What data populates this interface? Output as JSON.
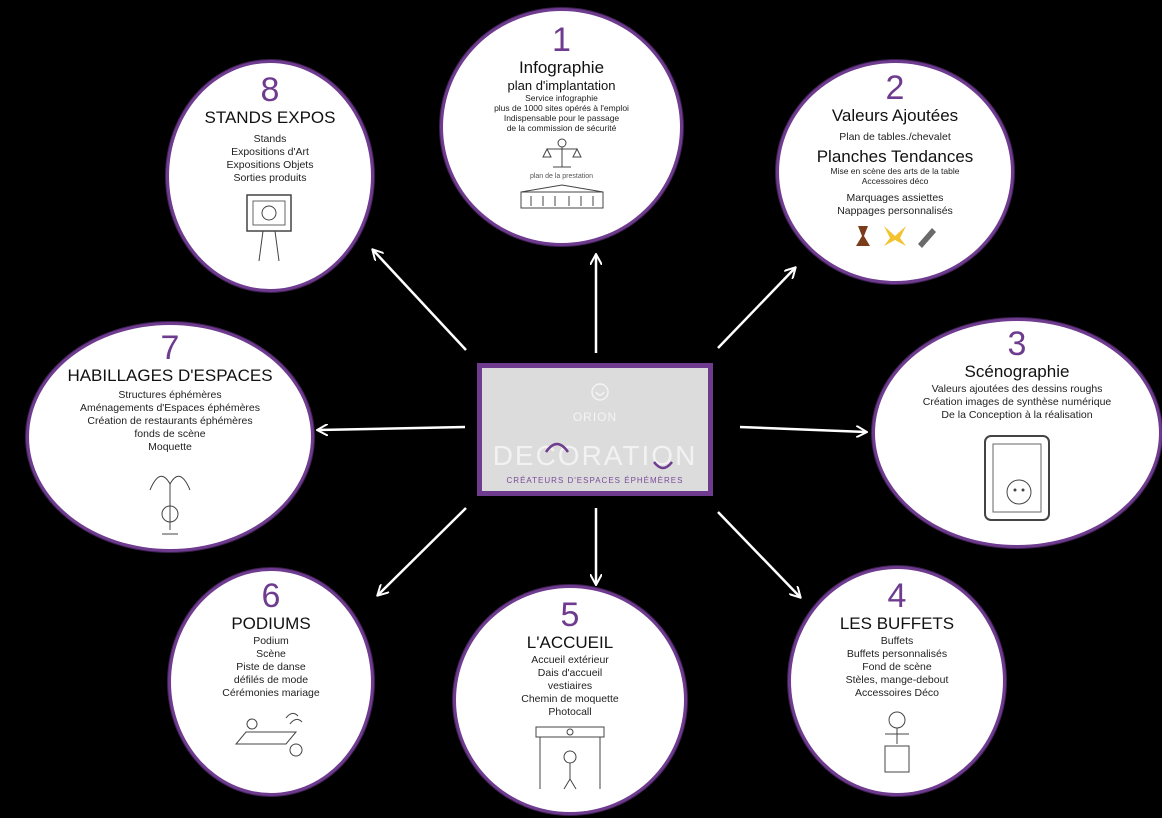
{
  "center": {
    "logo_top": "ORION",
    "logo_main": "DECORATION",
    "logo_sub": "CRÉATEURS D'ESPACES ÉPHÉMÈRES",
    "colors": {
      "accent": "#6e3b8f",
      "box": "#dcdcdc"
    }
  },
  "nodes": {
    "n1": {
      "number": "1",
      "title": "Infographie",
      "lines": [
        "plan d'implantation",
        "Service infographie",
        "plus de 1000 sites opérés à l'emploi",
        "Indispensable pour le passage",
        "de la commission de sécurité"
      ],
      "caption": "plan de la prestation"
    },
    "n2": {
      "number": "2",
      "title": "Valeurs Ajoutées",
      "line1": "Plan de tables./chevalet",
      "heading": "Planches Tendances",
      "small1": "Mise en scène des arts de la table",
      "small2": "Accessoires déco",
      "line2": "Marquages assiettes",
      "line3": "Nappages personnalisés"
    },
    "n3": {
      "number": "3",
      "title": "Scénographie",
      "lines": [
        "Valeurs ajoutées des dessins roughs",
        "Création images de synthèse numérique",
        "De la Conception à la réalisation"
      ]
    },
    "n4": {
      "number": "4",
      "title": "LES BUFFETS",
      "lines": [
        "Buffets",
        "Buffets personnalisés",
        "Fond de scène",
        "Stèles, mange-debout",
        "Accessoires Déco"
      ]
    },
    "n5": {
      "number": "5",
      "title": "L'ACCUEIL",
      "lines": [
        "Accueil extérieur",
        "Dais d'accueil",
        "vestiaires",
        "Chemin de moquette",
        "Photocall"
      ]
    },
    "n6": {
      "number": "6",
      "title": "PODIUMS",
      "lines": [
        "Podium",
        "Scène",
        "Piste de danse",
        "défilés de mode",
        "Cérémonies mariage"
      ]
    },
    "n7": {
      "number": "7",
      "title": "HABILLAGES D'ESPACES",
      "lines": [
        "Structures éphémères",
        "Aménagements d'Espaces éphémères",
        "Création de restaurants éphémères",
        "fonds de scène",
        "Moquette"
      ]
    },
    "n8": {
      "number": "8",
      "title": "STANDS EXPOS",
      "lines": [
        "Stands",
        "Expositions d'Art",
        "Expositions Objets",
        "Sorties produits"
      ]
    }
  }
}
